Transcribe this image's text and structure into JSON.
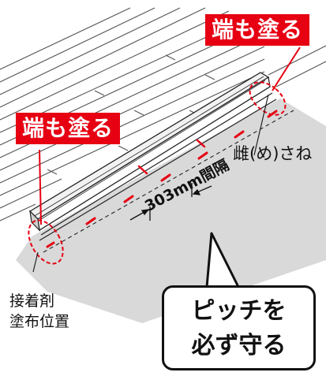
{
  "labels": {
    "paint_edge_top": "端も塗る",
    "paint_edge_left": "端も塗る",
    "tongue_groove": "雌(め)さね",
    "spacing": "303mm間隔",
    "adhesive_position_line1": "接着剤",
    "adhesive_position_line2": "塗布位置",
    "pitch_line1": "ピッチを",
    "pitch_line2": "必ず守る"
  },
  "colors": {
    "accent_red": "#e60012",
    "board_gray": "#d9d9d9",
    "line_dark": "#222222"
  }
}
